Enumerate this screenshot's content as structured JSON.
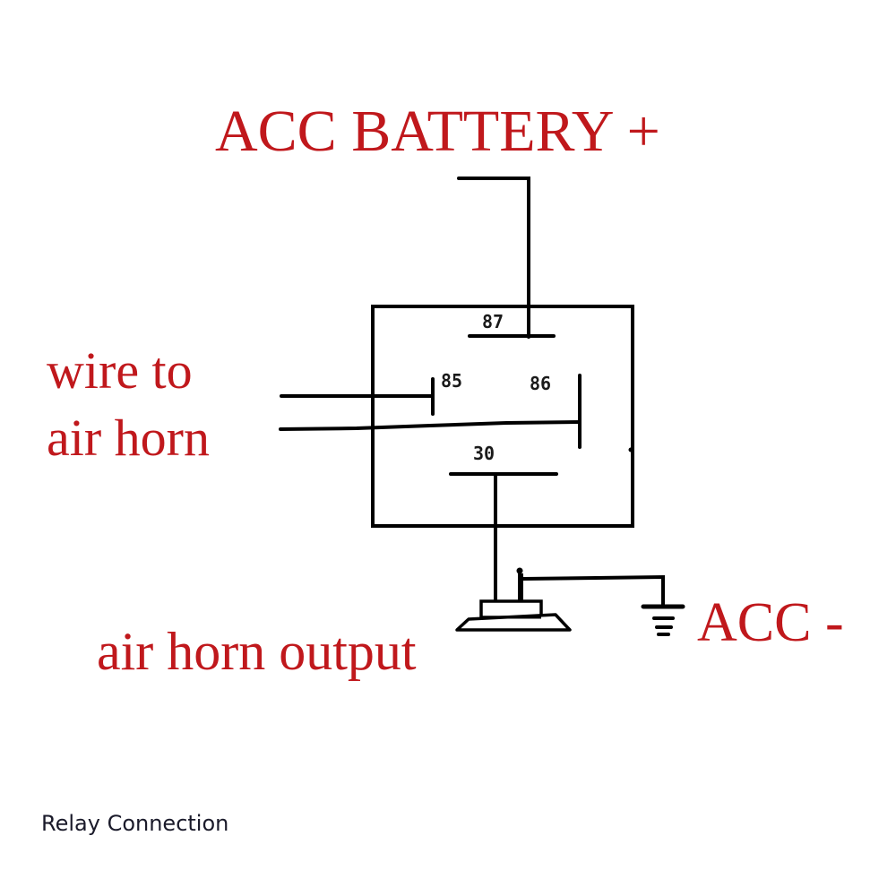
{
  "diagram": {
    "title_label": "ACC BATTERY +",
    "left_label_line1": "wire to",
    "left_label_line2": "air horn",
    "bottom_label": "air horn output",
    "ground_label": "ACC -",
    "caption": "Relay Connection",
    "label_color": "#c0181c",
    "relay": {
      "pins": [
        {
          "id": "87",
          "label": "87"
        },
        {
          "id": "85",
          "label": "85"
        },
        {
          "id": "86",
          "label": "86"
        },
        {
          "id": "30",
          "label": "30"
        }
      ]
    },
    "components": {
      "horn": "air-horn-symbol",
      "ground": "ground-symbol"
    }
  }
}
